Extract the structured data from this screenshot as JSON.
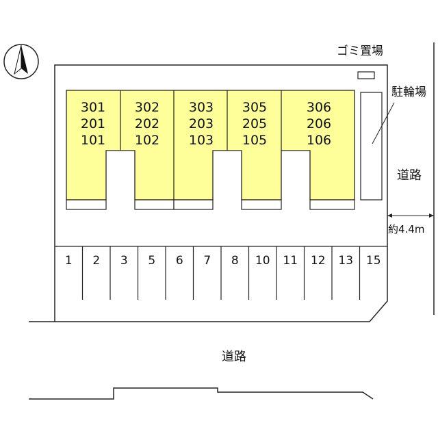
{
  "compass": {
    "icon": "north-arrow-icon"
  },
  "labels": {
    "garbage": "ゴミ置場",
    "bicycle": "駐輪場",
    "road_east": "道路",
    "road_south": "道路",
    "road_width": "約4.4m"
  },
  "units": [
    {
      "lines": [
        "301",
        "201",
        "101"
      ]
    },
    {
      "lines": [
        "302",
        "202",
        "102"
      ]
    },
    {
      "lines": [
        "303",
        "203",
        "103"
      ]
    },
    {
      "lines": [
        "305",
        "205",
        "105"
      ]
    },
    {
      "lines": [
        "306",
        "206",
        "106"
      ]
    }
  ],
  "parking": [
    "1",
    "2",
    "3",
    "5",
    "6",
    "7",
    "8",
    "10",
    "11",
    "12",
    "13",
    "15"
  ],
  "colors": {
    "building": "#ffff99",
    "line": "#222222"
  }
}
